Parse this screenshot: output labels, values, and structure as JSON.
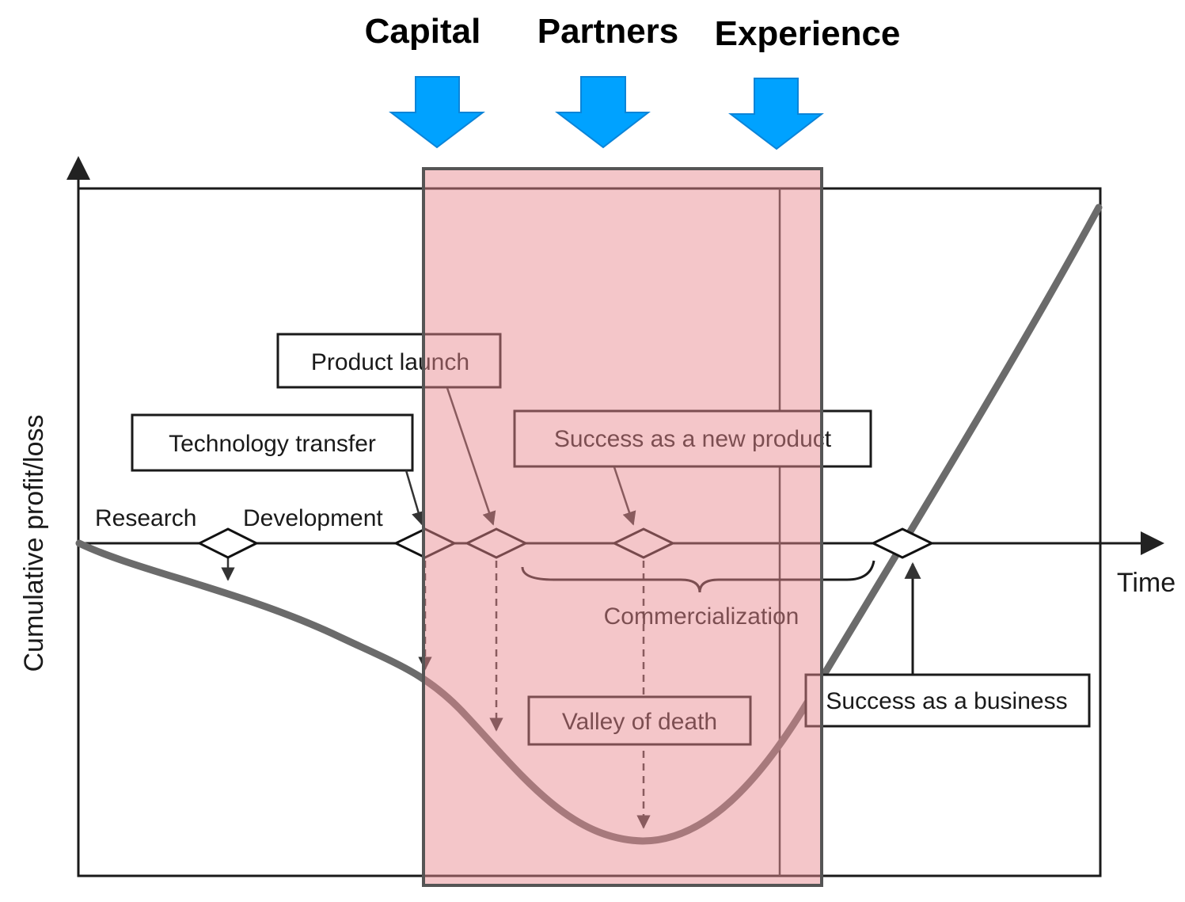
{
  "header": {
    "inputs": [
      "Capital",
      "Partners",
      "Experience"
    ],
    "arrow_color": "#00a2ff"
  },
  "axes": {
    "y_label": "Cumulative profit/loss",
    "x_label": "Time"
  },
  "stages": {
    "research": "Research",
    "development": "Development",
    "commercialization": "Commercialization"
  },
  "milestones": {
    "technology_transfer": "Technology transfer",
    "product_launch": "Product launch",
    "success_new_product": "Success as a new product",
    "valley_of_death": "Valley of death",
    "success_business": "Success as a business"
  },
  "colors": {
    "highlight": "#e8878f",
    "curve": "#6b6b6b"
  }
}
